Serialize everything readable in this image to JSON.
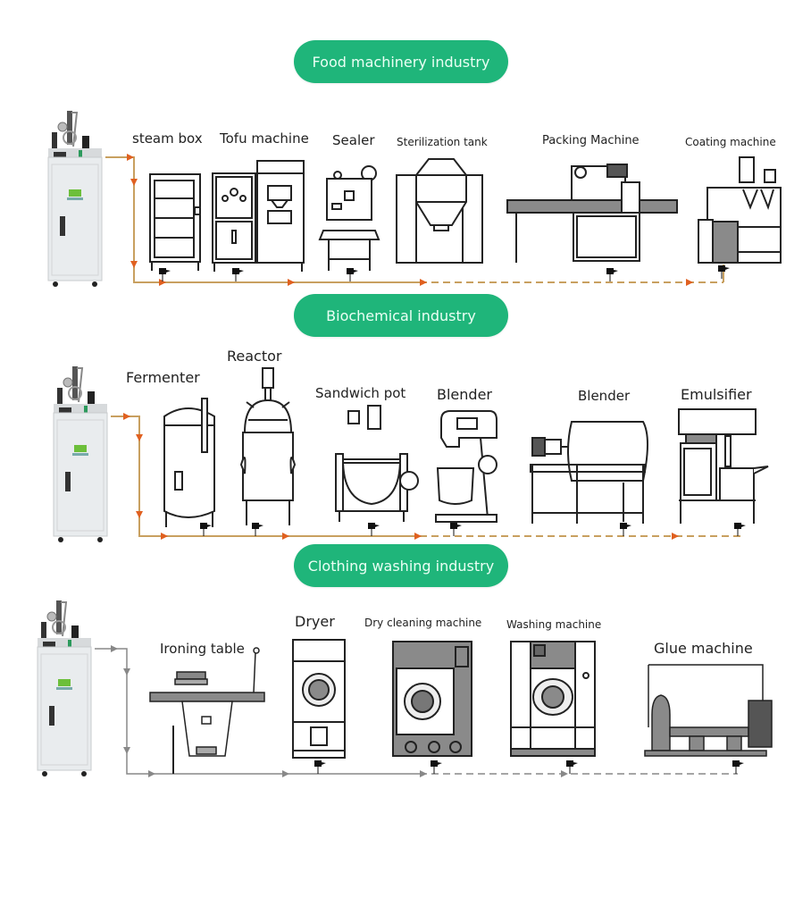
{
  "sections": [
    {
      "title": "Food machinery industry",
      "pipe_color": "#c8a060",
      "arrow_color": "#e06020",
      "machines": [
        {
          "label": "steam box",
          "icon": "steam-box-icon"
        },
        {
          "label": "Tofu machine",
          "icon": "tofu-machine-icon"
        },
        {
          "label": "Sealer",
          "icon": "sealer-icon"
        },
        {
          "label": "Sterilization tank",
          "icon": "sterilization-tank-icon"
        },
        {
          "label": "Packing Machine",
          "icon": "packing-machine-icon"
        },
        {
          "label": "Coating machine",
          "icon": "coating-machine-icon"
        }
      ]
    },
    {
      "title": "Biochemical industry",
      "pipe_color": "#c8a060",
      "arrow_color": "#e06020",
      "machines": [
        {
          "label": "Fermenter",
          "icon": "fermenter-icon"
        },
        {
          "label": "Reactor",
          "icon": "reactor-icon"
        },
        {
          "label": "Sandwich pot",
          "icon": "sandwich-pot-icon"
        },
        {
          "label": "Blender",
          "icon": "stand-blender-icon"
        },
        {
          "label": "Blender",
          "icon": "horizontal-blender-icon"
        },
        {
          "label": "Emulsifier",
          "icon": "emulsifier-icon"
        }
      ]
    },
    {
      "title": "Clothing washing industry",
      "pipe_color": "#888888",
      "arrow_color": "#888888",
      "machines": [
        {
          "label": "Ironing table",
          "icon": "ironing-table-icon"
        },
        {
          "label": "Dryer",
          "icon": "dryer-icon"
        },
        {
          "label": "Dry cleaning machine",
          "icon": "dry-cleaning-machine-icon"
        },
        {
          "label": "Washing machine",
          "icon": "washing-machine-icon"
        },
        {
          "label": "Glue machine",
          "icon": "glue-machine-icon"
        }
      ]
    }
  ],
  "colors": {
    "pill_bg": "#1fb57a",
    "pill_text": "#eafff4",
    "boiler_body": "#e9ecee",
    "boiler_logo": "#6cbf3a",
    "machine_fill_gray": "#8a8a8a"
  }
}
